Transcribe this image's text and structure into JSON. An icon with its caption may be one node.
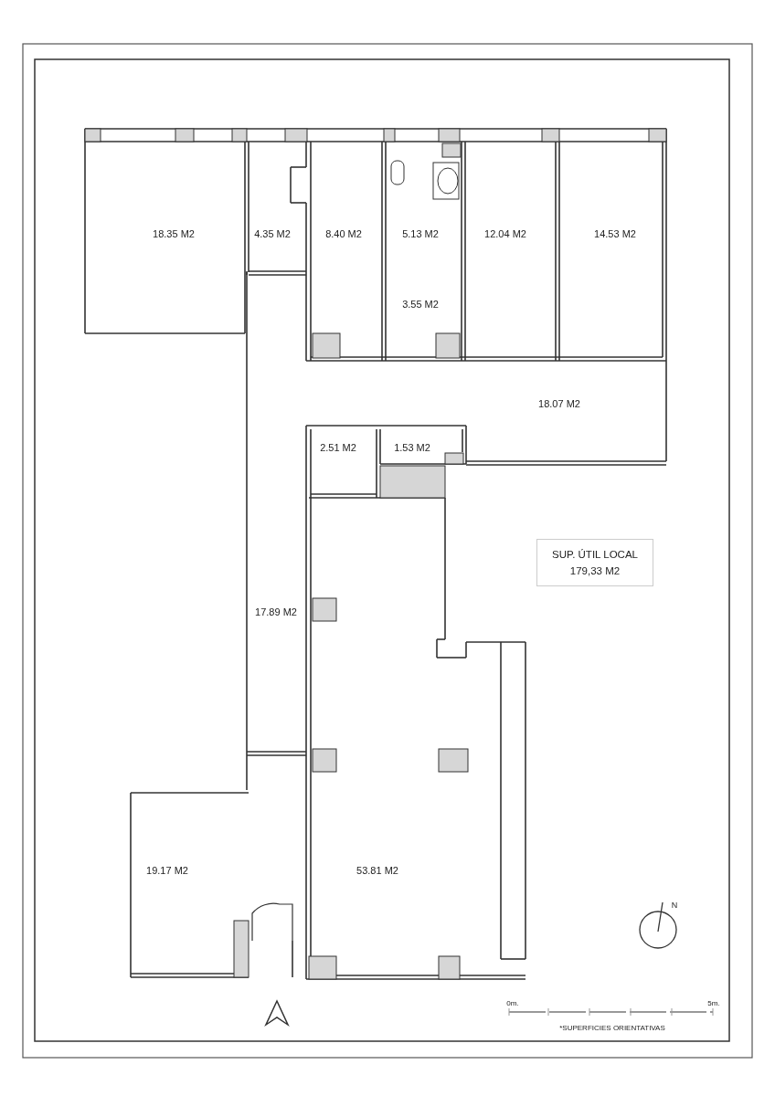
{
  "diagram": {
    "nodes": [
      {
        "text": [
          "SUP. ÚTIL LOCAL",
          "179,33 M2"
        ]
      }
    ],
    "labels": [
      "18.35 M2",
      "4.35 M2",
      "8.40 M2",
      "5.13 M2",
      "12.04 M2",
      "14.53 M2",
      "3.55 M2",
      "18.07 M2",
      "2.51 M2",
      "1.53 M2",
      "17.89 M2",
      "19.17 M2",
      "53.81 M2",
      "N",
      "0m.",
      "5m.",
      "*SUPERFICIES ORIENTATIVAS"
    ]
  }
}
